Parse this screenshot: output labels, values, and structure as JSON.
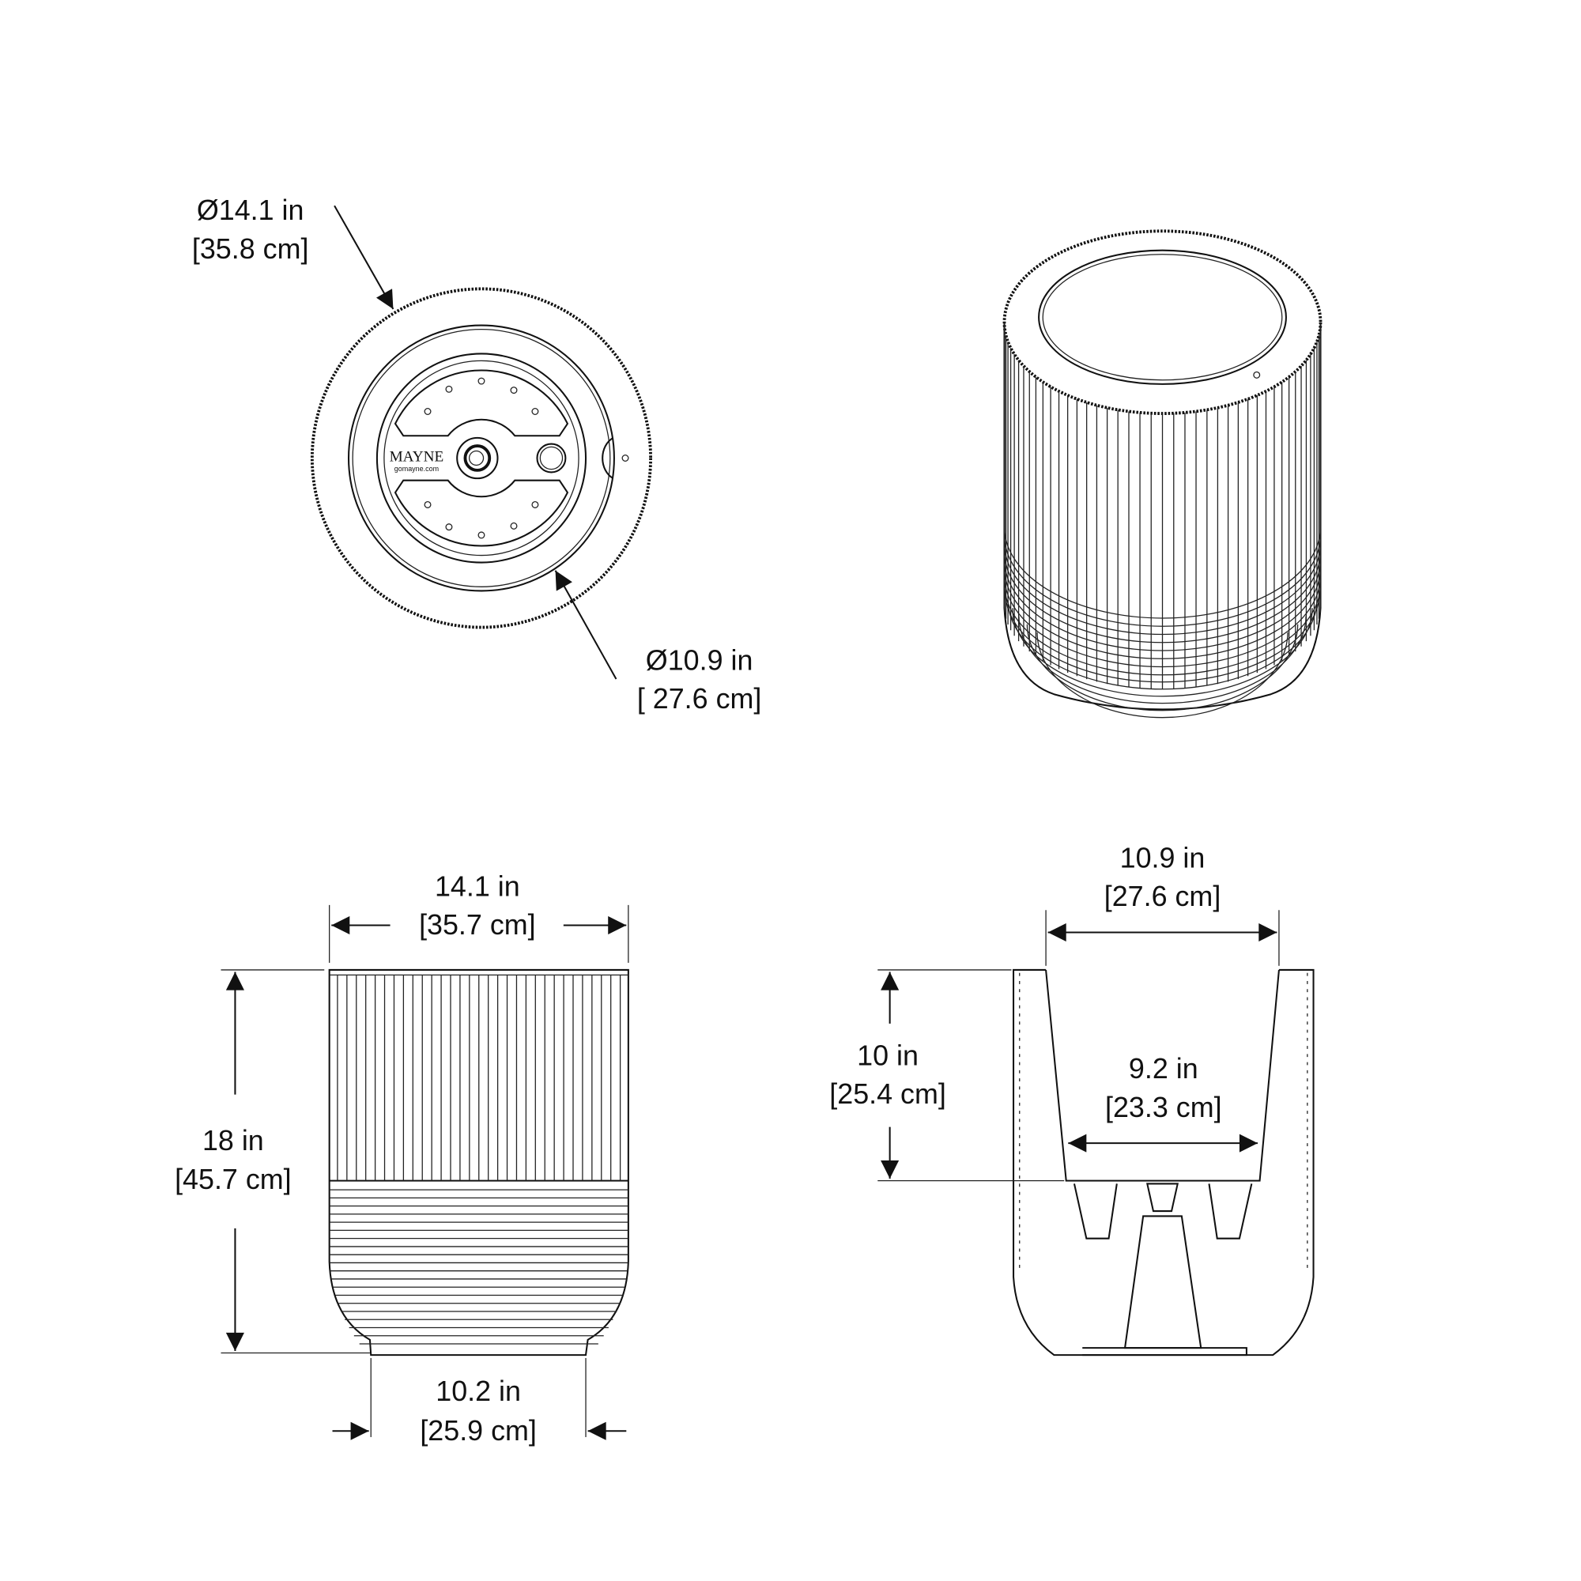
{
  "top_view": {
    "outer_diameter": {
      "inches": "Ø14.1 in",
      "cm": "[35.8 cm]"
    },
    "inner_diameter": {
      "inches": "Ø10.9 in",
      "cm": "[ 27.6 cm]"
    },
    "logo": {
      "brand": "MAYNE",
      "url": "gomayne.com"
    }
  },
  "front_view": {
    "top_width": {
      "inches": "14.1 in",
      "cm": "[35.7 cm]"
    },
    "height": {
      "inches": "18 in",
      "cm": "[45.7 cm]"
    },
    "base_width": {
      "inches": "10.2 in",
      "cm": "[25.9 cm]"
    }
  },
  "section_view": {
    "insert_top_width": {
      "inches": "10.9 in",
      "cm": "[27.6 cm]"
    },
    "insert_depth": {
      "inches": "10 in",
      "cm": "[25.4 cm]"
    },
    "insert_bottom_width": {
      "inches": "9.2 in",
      "cm": "[23.3 cm]"
    }
  }
}
